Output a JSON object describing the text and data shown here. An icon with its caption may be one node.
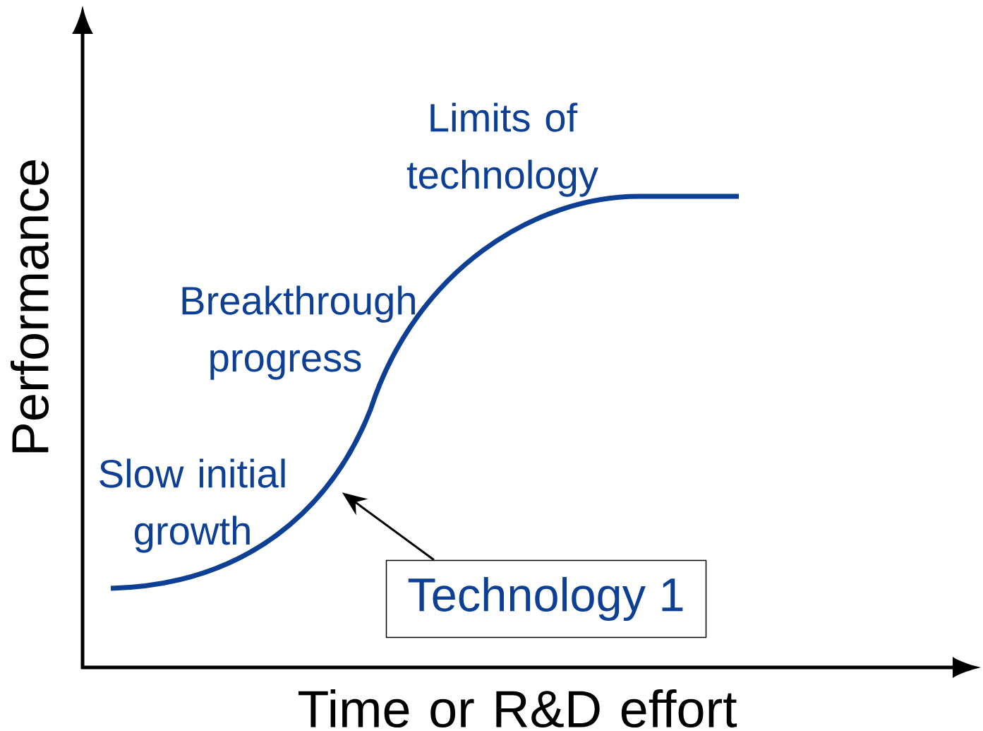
{
  "diagram": {
    "nodes": [
      {
        "text": [
          "Technology 1"
        ]
      },
      {
        "text": [],
        "shape": "curve"
      }
    ],
    "edges": [
      {
        "from": 0,
        "to": 1,
        "arrow": "to"
      }
    ],
    "labels": [
      "Limits of technology",
      "Breakthrough progress",
      "Slow initial growth",
      "Performance",
      "Time or R&D effort"
    ]
  }
}
